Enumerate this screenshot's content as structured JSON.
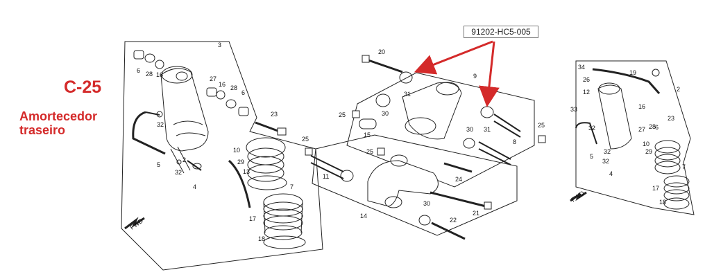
{
  "title": {
    "code": "C-25",
    "description": "Amortecedor traseiro"
  },
  "part_number_box": "91202-HC5-005",
  "arrow_color": "#d42a2a",
  "title_color": "#d42a2a",
  "direction_label": "FWD",
  "left_group_labels": [
    "3",
    "6",
    "28",
    "16",
    "27",
    "16",
    "28",
    "6",
    "32",
    "5",
    "2",
    "32",
    "4",
    "23",
    "10",
    "29",
    "13",
    "7",
    "17",
    "18"
  ],
  "center_group_labels": [
    "20",
    "9",
    "31",
    "30",
    "25",
    "15",
    "25",
    "30",
    "31",
    "8",
    "25",
    "25",
    "11",
    "24",
    "14",
    "30",
    "22",
    "21"
  ],
  "right_group_labels": [
    "34",
    "26",
    "19",
    "2",
    "12",
    "33",
    "32",
    "16",
    "27",
    "28",
    "6",
    "23",
    "32",
    "5",
    "32",
    "4",
    "10",
    "29",
    "7",
    "17",
    "18"
  ]
}
